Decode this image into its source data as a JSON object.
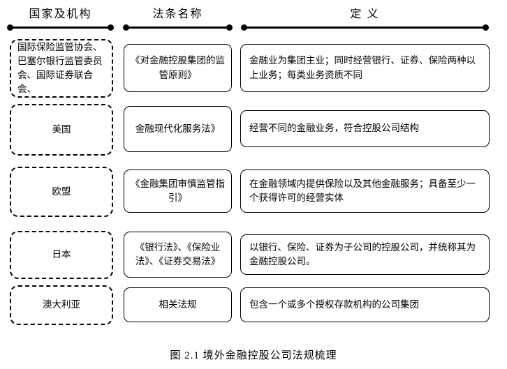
{
  "headers": {
    "col1": "国家及机构",
    "col2": "法条名称",
    "col3": "定 义"
  },
  "rows": [
    {
      "country": "国际保险监管协会、巴塞尔银行监管委员会、国际证券联合会、",
      "law": "《对金融控股集团的监管原则》",
      "definition": "金融业为集团主业；同时经营银行、证券、保险两种以上业务；每类业务资质不同"
    },
    {
      "country": "美国",
      "law": "金融现代化服务法》",
      "definition": "经营不同的金融业务，符合控股公司结构"
    },
    {
      "country": "欧盟",
      "law": "《金融集团审慎监管指引》",
      "definition": "在金融领域内提供保险以及其他金融服务；具备至少一个获得许可的经营实体"
    },
    {
      "country": "日本",
      "law": "《银行法》、《保险业法》、《证券交易法》",
      "definition": "以银行、保险、证券为子公司的控股公司，并统称其为金融控股公司。"
    },
    {
      "country": "澳大利亚",
      "law": "相关法规",
      "definition": "包含一个或多个授权存款机构的公司集团"
    }
  ],
  "caption": "图 2.1 境外金融控股公司法规梳理"
}
